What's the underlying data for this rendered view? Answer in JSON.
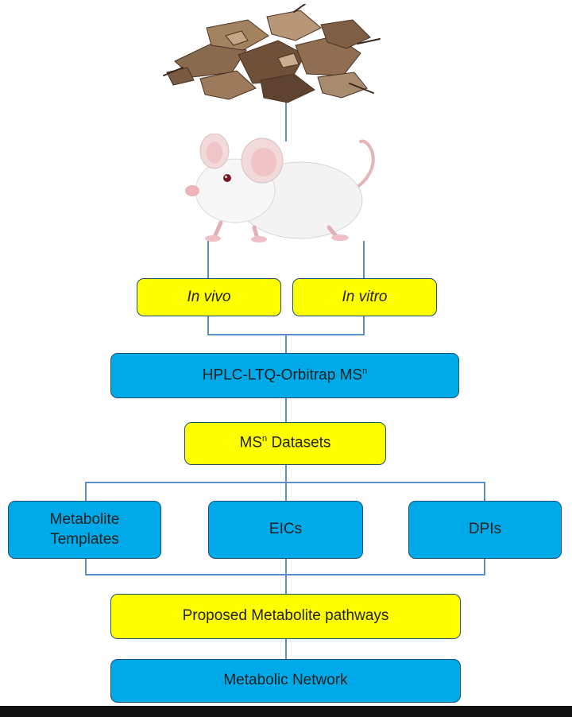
{
  "diagram": {
    "illustrations": [
      {
        "name": "herbal-material-image",
        "depicts": "dried root slices"
      },
      {
        "name": "mouse-image",
        "depicts": "white laboratory mouse"
      }
    ],
    "nodes": {
      "in_vivo": "In vivo",
      "in_vitro": "In vitro",
      "hplc": "HPLC-LTQ-Orbitrap MS",
      "hplc_sup": "n",
      "datasets_pre": "MS",
      "datasets_sup": "n",
      "datasets_post": " Datasets",
      "templates": "Metabolite Templates",
      "eics": "EICs",
      "dpis": "DPIs",
      "pathways": "Proposed Metabolite pathways",
      "network": "Metabolic Network"
    },
    "colors": {
      "yellow_box": "#ffff00",
      "blue_box": "#00a9e8",
      "connector": "#5b8fc7",
      "border": "#1f4e79"
    }
  }
}
